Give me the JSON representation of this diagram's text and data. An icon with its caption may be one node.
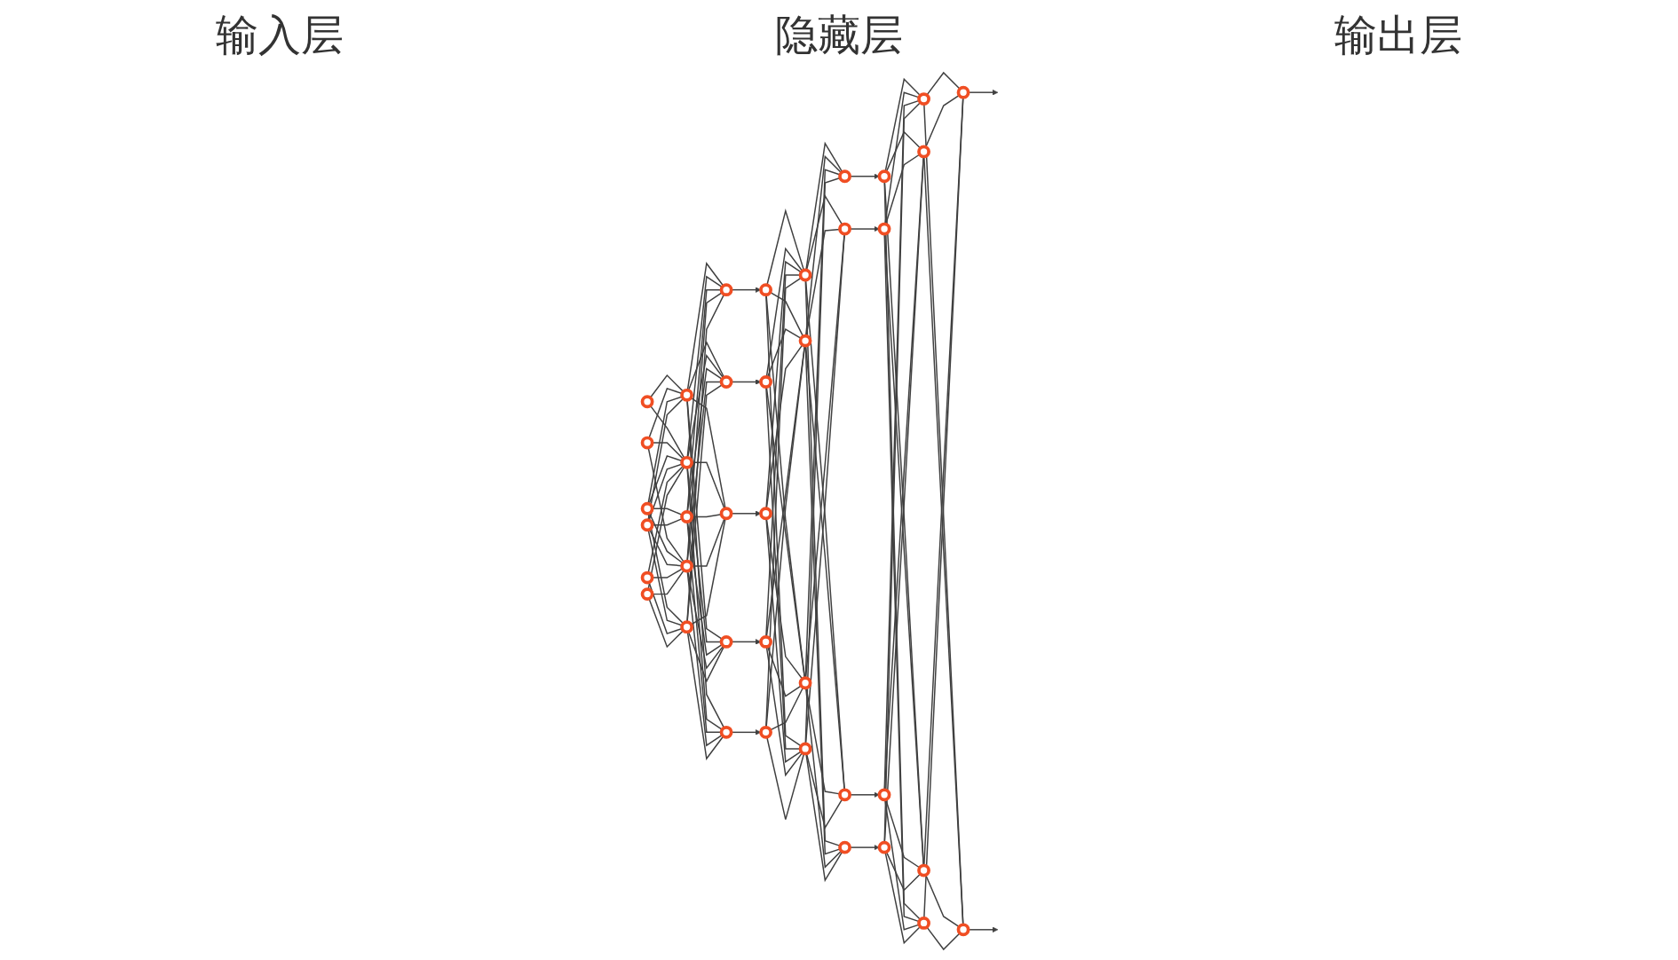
{
  "diagram": {
    "nodes": [
      {
        "text": [],
        "shape": "circle"
      },
      {
        "text": [],
        "shape": "circle"
      },
      {
        "text": [],
        "shape": "circle"
      },
      {
        "text": [],
        "shape": "circle"
      },
      {
        "text": [],
        "shape": "circle"
      },
      {
        "text": [],
        "shape": "circle"
      },
      {
        "text": [],
        "shape": "circle"
      },
      {
        "text": [],
        "shape": "circle"
      },
      {
        "text": [],
        "shape": "circle"
      },
      {
        "text": [],
        "shape": "circle"
      },
      {
        "text": [],
        "shape": "circle"
      },
      {
        "text": [],
        "shape": "circle"
      },
      {
        "text": [],
        "shape": "circle"
      },
      {
        "text": [],
        "shape": "circle"
      },
      {
        "text": [],
        "shape": "circle"
      },
      {
        "text": [],
        "shape": "circle"
      },
      {
        "text": [],
        "shape": "circle"
      },
      {
        "text": [],
        "shape": "circle"
      },
      {
        "text": [],
        "shape": "circle"
      },
      {
        "text": [],
        "shape": "circle"
      },
      {
        "text": [],
        "shape": "circle"
      },
      {
        "text": [],
        "shape": "circle"
      },
      {
        "text": [],
        "shape": "circle"
      },
      {
        "text": [],
        "shape": "circle"
      },
      {
        "text": [],
        "shape": "circle"
      },
      {
        "text": [],
        "shape": "circle"
      },
      {
        "text": [],
        "shape": "circle"
      },
      {
        "text": [],
        "shape": "circle"
      },
      {
        "text": [],
        "shape": "circle"
      },
      {
        "text": [],
        "shape": "circle"
      },
      {
        "text": [],
        "shape": "circle"
      },
      {
        "text": [],
        "shape": "circle"
      },
      {
        "text": [],
        "shape": "circle"
      },
      {
        "text": [],
        "shape": "circle"
      },
      {
        "text": [],
        "shape": "circle"
      },
      {
        "text": [],
        "shape": "circle"
      },
      {
        "text": [],
        "shape": "circle"
      },
      {
        "text": [],
        "shape": "circle"
      },
      {
        "text": [],
        "shape": "circle"
      }
    ],
    "edges": [
      {
        "from": 0,
        "to": 6,
        "arrow": "none"
      },
      {
        "from": 0,
        "to": 7,
        "arrow": "none"
      },
      {
        "from": 1,
        "to": 6,
        "arrow": "none"
      },
      {
        "from": 1,
        "to": 7,
        "arrow": "none"
      },
      {
        "from": 1,
        "to": 9,
        "arrow": "none"
      },
      {
        "from": 2,
        "to": 6,
        "arrow": "none"
      },
      {
        "from": 2,
        "to": 7,
        "arrow": "none"
      },
      {
        "from": 2,
        "to": 8,
        "arrow": "none"
      },
      {
        "from": 2,
        "to": 9,
        "arrow": "none"
      },
      {
        "from": 2,
        "to": 10,
        "arrow": "none"
      },
      {
        "from": 3,
        "to": 6,
        "arrow": "none"
      },
      {
        "from": 3,
        "to": 7,
        "arrow": "none"
      },
      {
        "from": 3,
        "to": 8,
        "arrow": "none"
      },
      {
        "from": 3,
        "to": 9,
        "arrow": "none"
      },
      {
        "from": 3,
        "to": 10,
        "arrow": "none"
      },
      {
        "from": 4,
        "to": 7,
        "arrow": "none"
      },
      {
        "from": 4,
        "to": 9,
        "arrow": "none"
      },
      {
        "from": 4,
        "to": 10,
        "arrow": "none"
      },
      {
        "from": 5,
        "to": 7,
        "arrow": "none"
      },
      {
        "from": 5,
        "to": 9,
        "arrow": "none"
      },
      {
        "from": 5,
        "to": 10,
        "arrow": "none"
      },
      {
        "from": 6,
        "to": 11,
        "arrow": "none"
      },
      {
        "from": 6,
        "to": 12,
        "arrow": "none"
      },
      {
        "from": 6,
        "to": 13,
        "arrow": "none"
      },
      {
        "from": 6,
        "to": 14,
        "arrow": "none"
      },
      {
        "from": 6,
        "to": 15,
        "arrow": "none"
      },
      {
        "from": 7,
        "to": 11,
        "arrow": "none"
      },
      {
        "from": 7,
        "to": 12,
        "arrow": "none"
      },
      {
        "from": 7,
        "to": 13,
        "arrow": "none"
      },
      {
        "from": 7,
        "to": 14,
        "arrow": "none"
      },
      {
        "from": 7,
        "to": 15,
        "arrow": "none"
      },
      {
        "from": 8,
        "to": 11,
        "arrow": "none"
      },
      {
        "from": 8,
        "to": 12,
        "arrow": "none"
      },
      {
        "from": 8,
        "to": 13,
        "arrow": "none"
      },
      {
        "from": 8,
        "to": 14,
        "arrow": "none"
      },
      {
        "from": 8,
        "to": 15,
        "arrow": "none"
      },
      {
        "from": 9,
        "to": 11,
        "arrow": "none"
      },
      {
        "from": 9,
        "to": 12,
        "arrow": "none"
      },
      {
        "from": 9,
        "to": 13,
        "arrow": "none"
      },
      {
        "from": 9,
        "to": 14,
        "arrow": "none"
      },
      {
        "from": 9,
        "to": 15,
        "arrow": "none"
      },
      {
        "from": 10,
        "to": 11,
        "arrow": "none"
      },
      {
        "from": 10,
        "to": 12,
        "arrow": "none"
      },
      {
        "from": 10,
        "to": 13,
        "arrow": "none"
      },
      {
        "from": 10,
        "to": 14,
        "arrow": "none"
      },
      {
        "from": 10,
        "to": 15,
        "arrow": "none"
      },
      {
        "from": 11,
        "to": 16,
        "arrow": "to"
      },
      {
        "from": 12,
        "to": 17,
        "arrow": "to"
      },
      {
        "from": 13,
        "to": 18,
        "arrow": "to"
      },
      {
        "from": 14,
        "to": 19,
        "arrow": "to"
      },
      {
        "from": 15,
        "to": 20,
        "arrow": "to"
      },
      {
        "from": 16,
        "to": 21,
        "arrow": "none"
      },
      {
        "from": 16,
        "to": 22,
        "arrow": "none"
      },
      {
        "from": 16,
        "to": 23,
        "arrow": "none"
      },
      {
        "from": 16,
        "to": 24,
        "arrow": "none"
      },
      {
        "from": 17,
        "to": 21,
        "arrow": "none"
      },
      {
        "from": 17,
        "to": 22,
        "arrow": "none"
      },
      {
        "from": 17,
        "to": 23,
        "arrow": "none"
      },
      {
        "from": 17,
        "to": 24,
        "arrow": "none"
      },
      {
        "from": 18,
        "to": 21,
        "arrow": "none"
      },
      {
        "from": 18,
        "to": 22,
        "arrow": "none"
      },
      {
        "from": 18,
        "to": 23,
        "arrow": "none"
      },
      {
        "from": 18,
        "to": 24,
        "arrow": "none"
      },
      {
        "from": 19,
        "to": 21,
        "arrow": "none"
      },
      {
        "from": 19,
        "to": 22,
        "arrow": "none"
      },
      {
        "from": 19,
        "to": 23,
        "arrow": "none"
      },
      {
        "from": 19,
        "to": 24,
        "arrow": "none"
      },
      {
        "from": 20,
        "to": 21,
        "arrow": "none"
      },
      {
        "from": 20,
        "to": 22,
        "arrow": "none"
      },
      {
        "from": 20,
        "to": 23,
        "arrow": "none"
      },
      {
        "from": 20,
        "to": 24,
        "arrow": "none"
      },
      {
        "from": 21,
        "to": 25,
        "arrow": "none"
      },
      {
        "from": 21,
        "to": 26,
        "arrow": "none"
      },
      {
        "from": 21,
        "to": 27,
        "arrow": "none"
      },
      {
        "from": 21,
        "to": 28,
        "arrow": "none"
      },
      {
        "from": 22,
        "to": 25,
        "arrow": "none"
      },
      {
        "from": 22,
        "to": 26,
        "arrow": "none"
      },
      {
        "from": 22,
        "to": 27,
        "arrow": "none"
      },
      {
        "from": 22,
        "to": 28,
        "arrow": "none"
      },
      {
        "from": 23,
        "to": 25,
        "arrow": "none"
      },
      {
        "from": 23,
        "to": 26,
        "arrow": "none"
      },
      {
        "from": 23,
        "to": 27,
        "arrow": "none"
      },
      {
        "from": 23,
        "to": 28,
        "arrow": "none"
      },
      {
        "from": 24,
        "to": 25,
        "arrow": "none"
      },
      {
        "from": 24,
        "to": 26,
        "arrow": "none"
      },
      {
        "from": 24,
        "to": 27,
        "arrow": "none"
      },
      {
        "from": 24,
        "to": 28,
        "arrow": "none"
      },
      {
        "from": 25,
        "to": 29,
        "arrow": "to"
      },
      {
        "from": 26,
        "to": 30,
        "arrow": "to"
      },
      {
        "from": 27,
        "to": 31,
        "arrow": "to"
      },
      {
        "from": 28,
        "to": 32,
        "arrow": "to"
      },
      {
        "from": 29,
        "to": 33,
        "arrow": "none"
      },
      {
        "from": 29,
        "to": 34,
        "arrow": "none"
      },
      {
        "from": 29,
        "to": 35,
        "arrow": "none"
      },
      {
        "from": 29,
        "to": 36,
        "arrow": "none"
      },
      {
        "from": 30,
        "to": 33,
        "arrow": "none"
      },
      {
        "from": 30,
        "to": 34,
        "arrow": "none"
      },
      {
        "from": 30,
        "to": 35,
        "arrow": "none"
      },
      {
        "from": 30,
        "to": 36,
        "arrow": "none"
      },
      {
        "from": 31,
        "to": 33,
        "arrow": "none"
      },
      {
        "from": 31,
        "to": 34,
        "arrow": "none"
      },
      {
        "from": 31,
        "to": 35,
        "arrow": "none"
      },
      {
        "from": 31,
        "to": 36,
        "arrow": "none"
      },
      {
        "from": 32,
        "to": 33,
        "arrow": "none"
      },
      {
        "from": 32,
        "to": 34,
        "arrow": "none"
      },
      {
        "from": 32,
        "to": 35,
        "arrow": "none"
      },
      {
        "from": 32,
        "to": 36,
        "arrow": "none"
      },
      {
        "from": 33,
        "to": 37,
        "arrow": "none"
      },
      {
        "from": 33,
        "to": 38,
        "arrow": "none"
      },
      {
        "from": 34,
        "to": 37,
        "arrow": "none"
      },
      {
        "from": 34,
        "to": 38,
        "arrow": "none"
      },
      {
        "from": 35,
        "to": 37,
        "arrow": "none"
      },
      {
        "from": 35,
        "to": 38,
        "arrow": "none"
      },
      {
        "from": 36,
        "to": 37,
        "arrow": "none"
      },
      {
        "from": 36,
        "to": 38,
        "arrow": "none"
      },
      {
        "from": 37,
        "to": null,
        "arrow": "to"
      },
      {
        "from": 38,
        "to": null,
        "arrow": "to"
      }
    ],
    "labels": [
      "输入层",
      "隐藏层",
      "输出层"
    ]
  }
}
